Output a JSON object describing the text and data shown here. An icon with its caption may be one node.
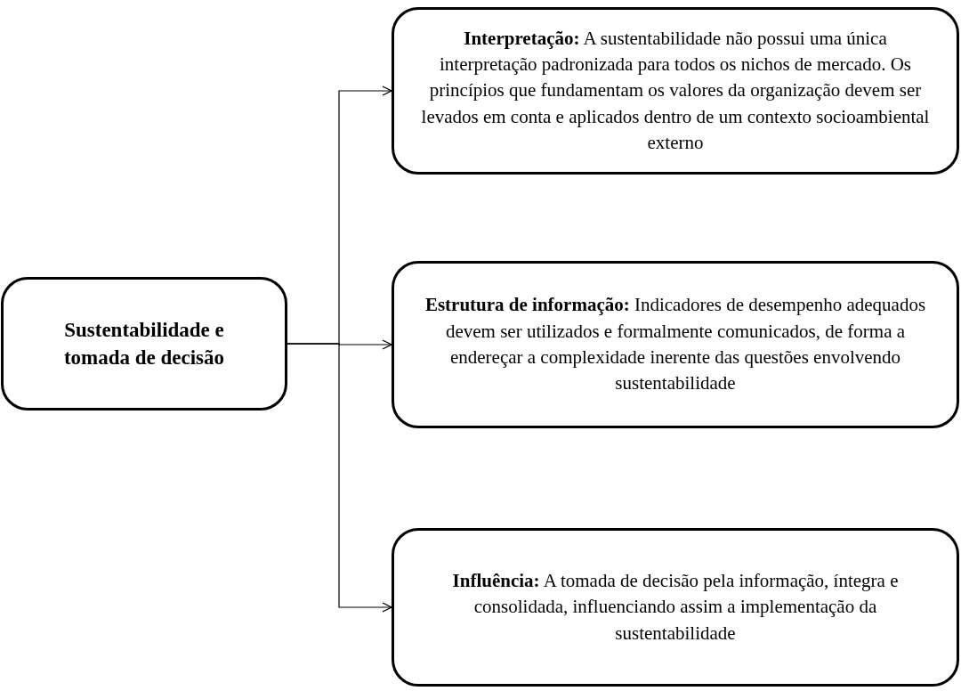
{
  "diagram": {
    "nodes": [
      {
        "text": [
          "Sustentabilidade e tomada de decisão"
        ]
      },
      {
        "text": [
          "**Interpretação:** A sustentabilidade não possui uma única interpretação padronizada para todos os nichos de mercado. Os princípios que fundamentam os valores da organização devem ser levados em conta e aplicados dentro de um contexto socioambiental externo"
        ]
      },
      {
        "text": [
          "**Estrutura de informação:** Indicadores de desempenho adequados devem ser utilizados e formalmente comunicados, de forma a endereçar a complexidade inerente das questões envolvendo sustentabilidade"
        ]
      },
      {
        "text": [
          "**Influência:** A tomada de decisão pela informação, íntegra e consolidada, influenciando assim a implementação da sustentabilidade"
        ]
      }
    ],
    "edges": [
      {
        "from": 0,
        "to": 1,
        "arrow": "to"
      },
      {
        "from": 0,
        "to": 2,
        "arrow": "to"
      },
      {
        "from": 0,
        "to": 3,
        "arrow": "to"
      }
    ]
  }
}
